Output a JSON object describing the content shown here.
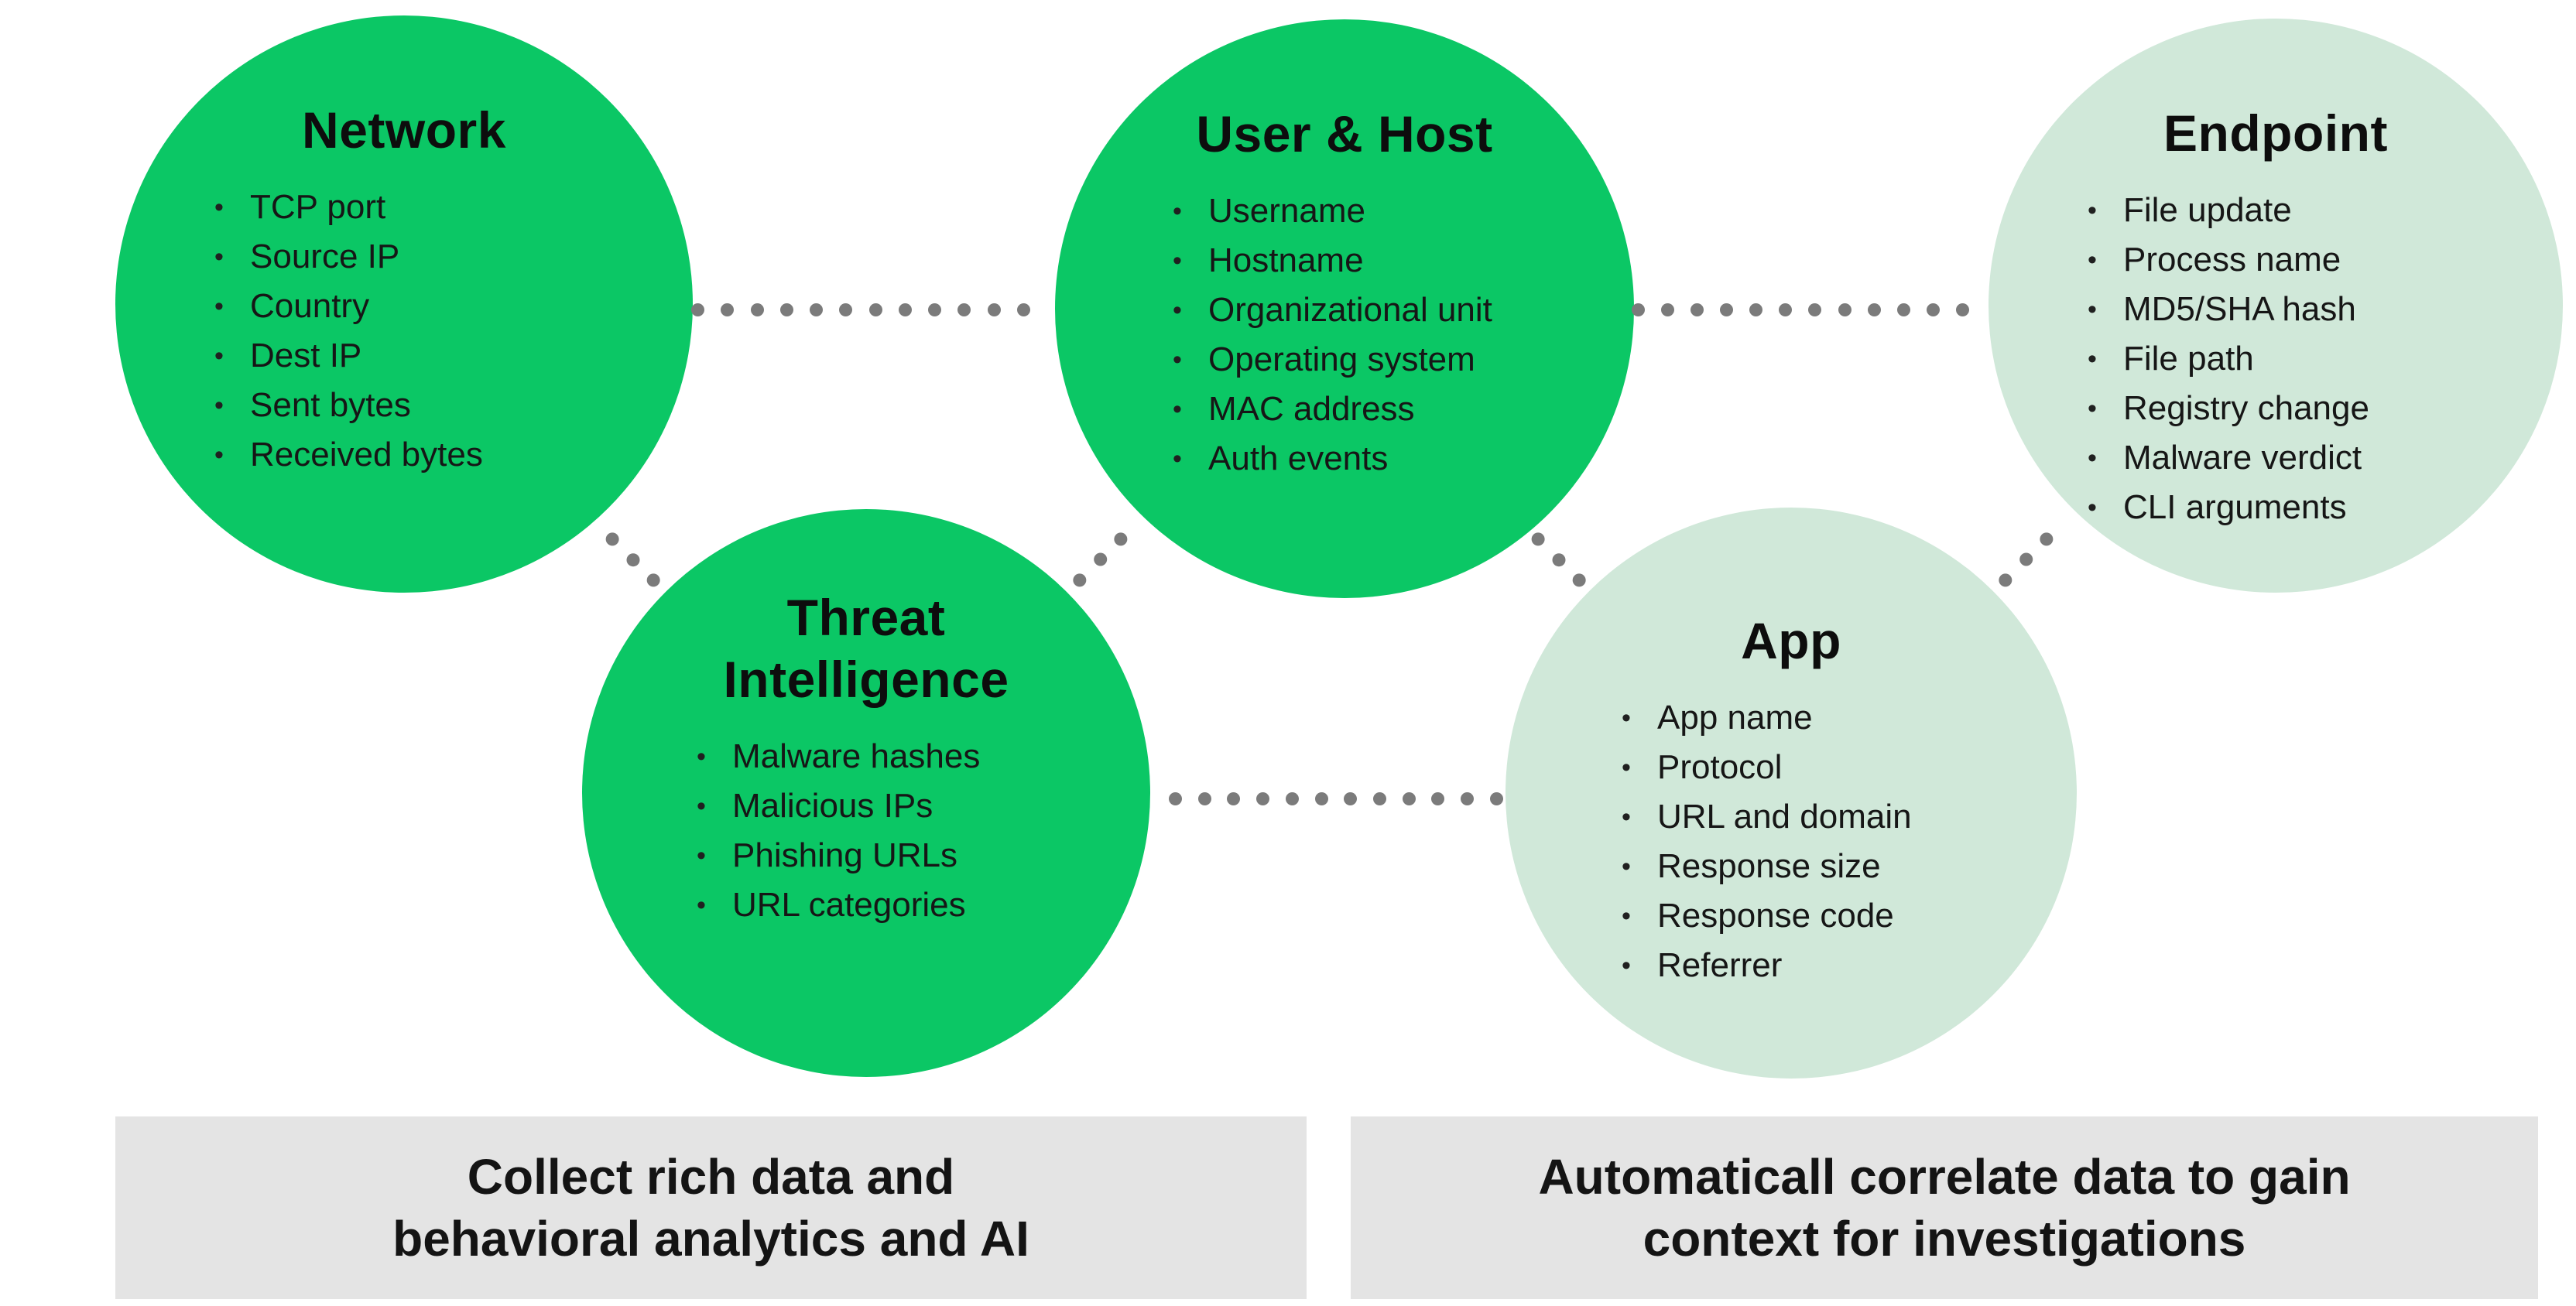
{
  "circles": [
    {
      "key": "network",
      "title": "Network",
      "variant": "solid",
      "items": [
        "TCP port",
        "Source IP",
        "Country",
        "Dest IP",
        "Sent bytes",
        "Received bytes"
      ]
    },
    {
      "key": "user-host",
      "title": "User & Host",
      "variant": "solid",
      "items": [
        "Username",
        "Hostname",
        "Organizational unit",
        "Operating system",
        "MAC address",
        "Auth events"
      ]
    },
    {
      "key": "endpoint",
      "title": "Endpoint",
      "variant": "light",
      "items": [
        "File update",
        "Process name",
        "MD5/SHA hash",
        "File path",
        "Registry change",
        "Malware verdict",
        "CLI arguments"
      ]
    },
    {
      "key": "threat-intelligence",
      "title": "Threat Intelligence",
      "variant": "solid",
      "items": [
        "Malware hashes",
        "Malicious IPs",
        "Phishing URLs",
        "URL categories"
      ]
    },
    {
      "key": "app",
      "title": "App",
      "variant": "light",
      "items": [
        "App name",
        "Protocol",
        "URL and domain",
        "Response size",
        "Response code",
        "Referrer"
      ]
    }
  ],
  "callouts": [
    {
      "key": "collect",
      "line1": "Collect rich data and",
      "line2": "behavioral analytics and AI"
    },
    {
      "key": "correlate",
      "line1": "Automaticall correlate data to gain",
      "line2": "context for investigations"
    }
  ],
  "colors": {
    "circle_green": "#0bc765",
    "circle_light_green": "#d0e8d9",
    "callout_bg": "#e4e4e4",
    "connector_dot": "#7b7b7b",
    "text_dark": "#111111"
  }
}
